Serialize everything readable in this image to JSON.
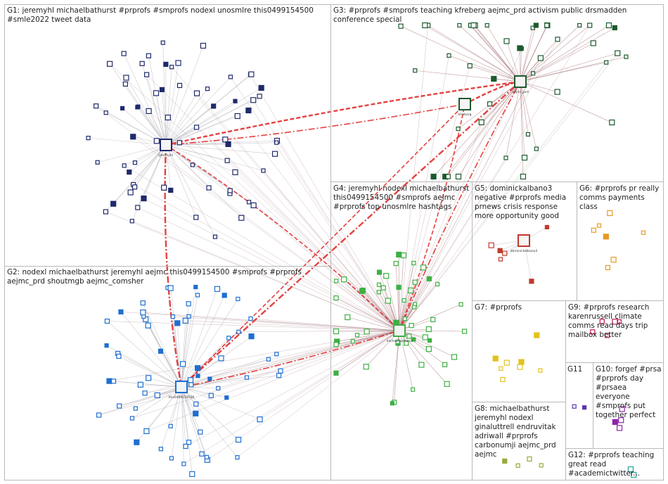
{
  "groups": [
    {
      "id": "g1",
      "label": "G1: jeremyhl michaelbathurst #prprofs #smprofs nodexl unosmlre this0499154500 #smle2022 tweet data",
      "color": "#1f2a6b"
    },
    {
      "id": "g2",
      "label": "G2: nodexl michaelbathurst jeremyhl aejmc this0499154500 #smprofs #prprofs aejmc_prd shoutmgb aejmc_comsher",
      "color": "#1e6fd0"
    },
    {
      "id": "g3",
      "label": "G3: #prprofs #smprofs teaching kfreberg aejmc_prd activism public drsmadden conference special",
      "color": "#1d5a2e"
    },
    {
      "id": "g4",
      "label": "G4: jeremyhl nodexl michaelbathurst this0499154500 #smprofs aejmc #prprofs top unosmlre hashtags",
      "color": "#3cb043"
    },
    {
      "id": "g5",
      "label": "G5: dominickalbano3 negative #prprofs media prnews crisis response more opportunity good",
      "color": "#c0392b"
    },
    {
      "id": "g6",
      "label": "G6: #prprofs pr really comms payments class",
      "color": "#e69b22"
    },
    {
      "id": "g7",
      "label": "G7: #prprofs",
      "color": "#e3c21b"
    },
    {
      "id": "g8",
      "label": "G8: michaelbathurst jeremyhl nodexl ginaluttrell endruvitak adriwall #prprofs carbonumji aejmc_prd aejmc",
      "color": "#9aa83a"
    },
    {
      "id": "g9",
      "label": "G9: #prprofs research karenrussell climate comms read days trip mailbox better",
      "color": "#c2185b"
    },
    {
      "id": "g10",
      "label": "G10: forgef #prsa #prprofs day #prsaea everyone #smprofs put together perfect",
      "color": "#8e24aa"
    },
    {
      "id": "g11",
      "label": "G11",
      "color": "#5e35b1"
    },
    {
      "id": "g12",
      "label": "G12: #prprofs teaching great read #academictwitter...",
      "color": "#26a69a"
    }
  ],
  "hub_nodes": [
    {
      "name": "jeremyhl",
      "group": "g1"
    },
    {
      "name": "this0499154500",
      "group": "g2"
    },
    {
      "name": "kfreberg",
      "group": "g3"
    },
    {
      "name": "aejmc_prd",
      "group": "g3"
    },
    {
      "name": "michaelbathurst",
      "group": "g4"
    },
    {
      "name": "dominickalbano3",
      "group": "g5"
    }
  ]
}
